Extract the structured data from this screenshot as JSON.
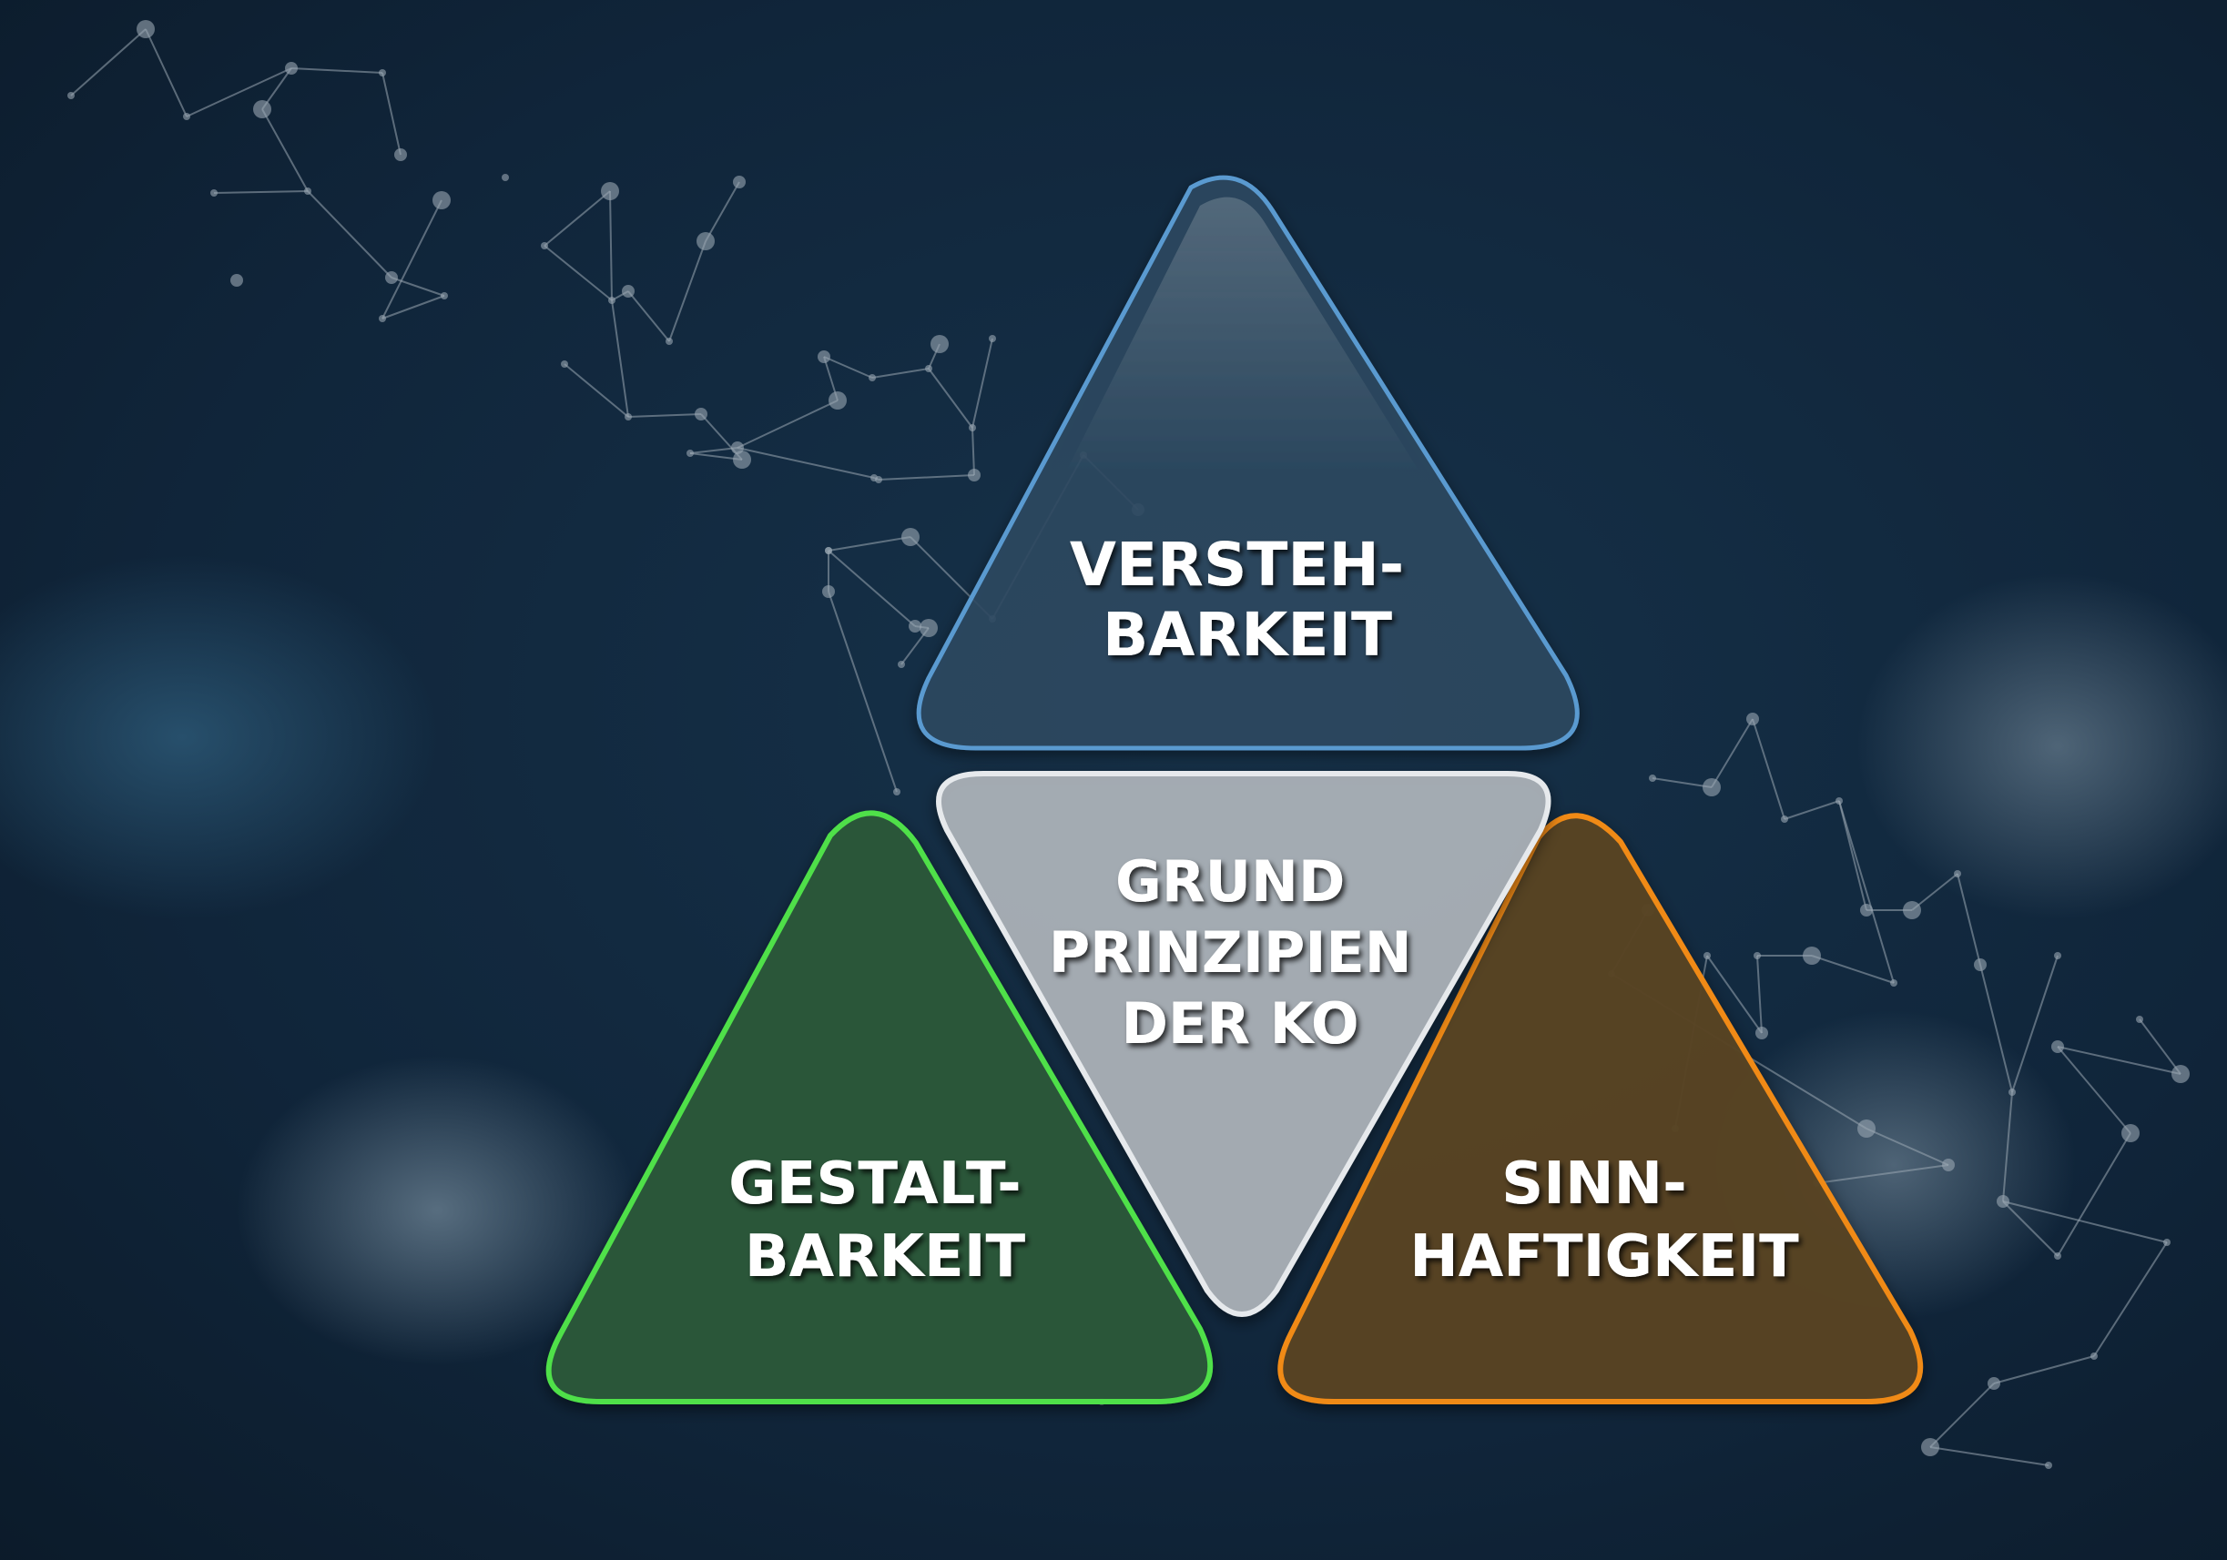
{
  "diagram": {
    "top": {
      "lines": [
        "VERSTEH-",
        "BARKEIT"
      ],
      "fill": "#2f4b63",
      "stroke": "#5a9ad0"
    },
    "center": {
      "lines": [
        "GRUND",
        "PRINZIPIEN",
        "DER KO"
      ],
      "fill": "#a9b0b6",
      "stroke": "#e6e9ec"
    },
    "left": {
      "lines": [
        "GESTALT-",
        "BARKEIT"
      ],
      "fill": "#2b5a3a",
      "stroke": "#4fe04a"
    },
    "right": {
      "lines": [
        "SINN-",
        "HAFTIGKEIT"
      ],
      "fill": "#5a4524",
      "stroke": "#f08a18"
    }
  },
  "colors": {
    "background": "#0f2233",
    "network": "#9aa7b2",
    "text": "#ffffff"
  }
}
